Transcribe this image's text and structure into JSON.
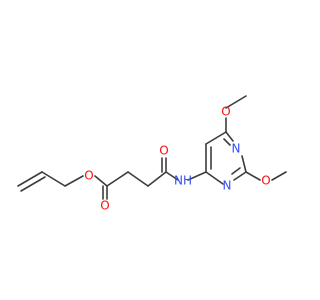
{
  "molecule": {
    "atoms": {
      "carbonyl_oxygen_amide": "O",
      "carbonyl_oxygen_ester": "O",
      "ester_oxygen": "O",
      "amide_nitrogen": "NH",
      "ring_nitrogen_top": "N",
      "ring_nitrogen_bottom": "N",
      "methoxy_oxygen_top": "O",
      "methoxy_oxygen_right": "O"
    }
  },
  "colors": {
    "bond": "#3c3c3c",
    "oxygen": "#ff0d0d",
    "nitrogen": "#3050f8"
  }
}
